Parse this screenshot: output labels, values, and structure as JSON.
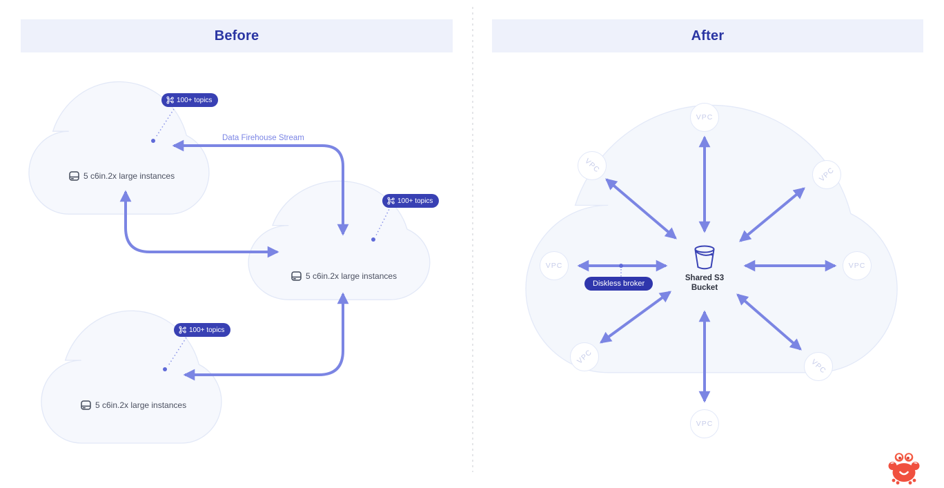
{
  "before": {
    "title": "Before",
    "stream_label": "Data Firehouse Stream",
    "clouds": [
      {
        "label": "5 c6in.2x large instances",
        "badge": "100+ topics"
      },
      {
        "label": "5 c6in.2x large instances",
        "badge": "100+ topics"
      },
      {
        "label": "5 c6in.2x large instances",
        "badge": "100+ topics"
      }
    ]
  },
  "after": {
    "title": "After",
    "diskless_badge": "Diskless broker",
    "bucket_label": {
      "line1": "Shared S3",
      "line2": "Bucket"
    },
    "vpcs": [
      {
        "label": "VPC"
      },
      {
        "label": "VPC"
      },
      {
        "label": "VPC"
      },
      {
        "label": "VPC"
      },
      {
        "label": "VPC"
      },
      {
        "label": "VPC"
      },
      {
        "label": "VPC"
      },
      {
        "label": "VPC"
      }
    ]
  },
  "colors": {
    "accent_indigo": "#3840b3",
    "arrow": "#7b85e3",
    "header_bg": "#eef1fb",
    "header_text": "#2a35a3",
    "cloud_fill": "#f6f8fd",
    "cloud_border": "#e2e8f7",
    "vpc_text": "#c7cdea",
    "crab_red": "#f0503f"
  }
}
